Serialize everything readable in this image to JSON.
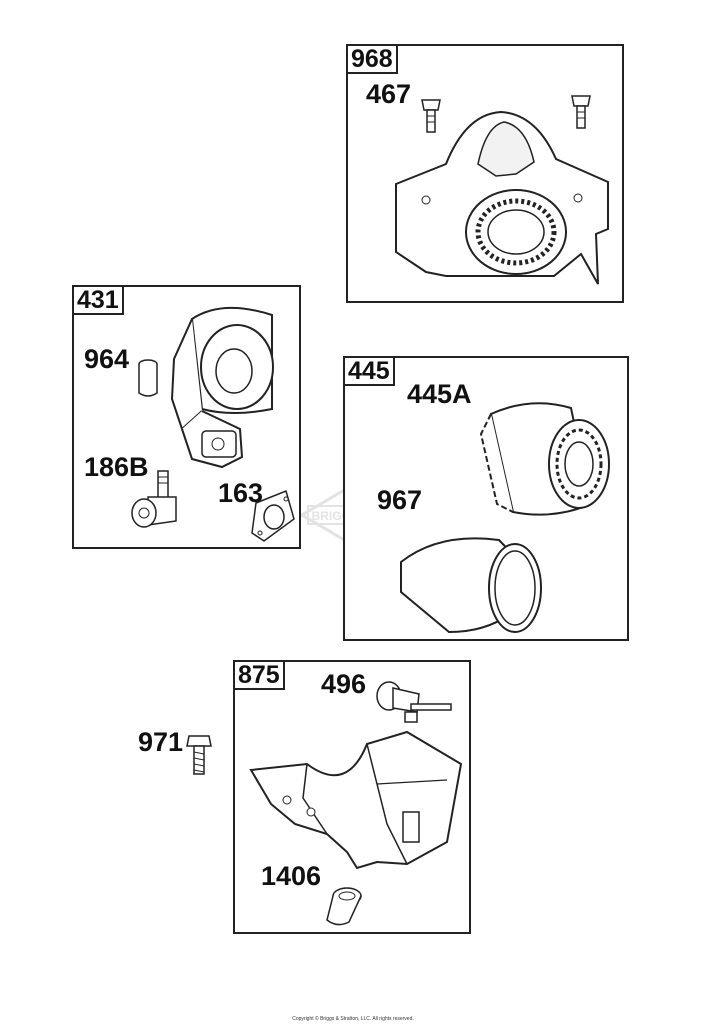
{
  "assemblies": {
    "a968": {
      "number": "968",
      "parts": {
        "p467": "467"
      }
    },
    "a431": {
      "number": "431",
      "parts": {
        "p964": "964",
        "p186b": "186B",
        "p163": "163"
      }
    },
    "a445": {
      "number": "445",
      "parts": {
        "p445a": "445A",
        "p967": "967"
      }
    },
    "a875": {
      "number": "875",
      "parts": {
        "p496": "496",
        "p1406": "1406"
      }
    }
  },
  "standalone_parts": {
    "p971": "971"
  },
  "watermark": {
    "text": "BRIGGS & STRATTON"
  },
  "footer": {
    "copyright": "Copyright © Briggs & Stratton, LLC. All rights reserved."
  },
  "icons": [
    "bolt-icon",
    "knob-icon",
    "shroud-icon",
    "filter-icon",
    "gasket-icon",
    "elbow-icon",
    "spacer-icon",
    "sleeve-icon",
    "housing-icon",
    "link-icon",
    "seal-icon"
  ]
}
